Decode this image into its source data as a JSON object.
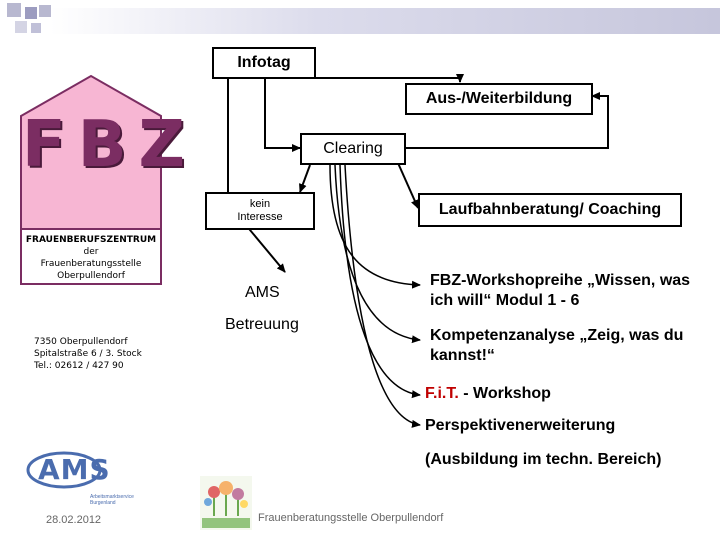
{
  "title_box": "Infotag",
  "boxes": {
    "aus": "Aus-/Weiterbildung",
    "clearing": "Clearing",
    "laufbahn": "Laufbahnberatung/ Coaching",
    "kein": "kein Interesse"
  },
  "labels": {
    "ams": "AMS",
    "betreuung": "Betreuung",
    "workshopreihe": "FBZ-Workshopreihe „Wissen, was ich will“ Modul 1 - 6",
    "kompetenz": "Kompetenzanalyse „Zeig, was du kannst!“",
    "fit_red": "F.i.T.",
    "fit_rest": " - Workshop",
    "perspektive": "Perspektivenerweiterung",
    "ausbildung": "(Ausbildung im techn. Bereich)"
  },
  "logo": {
    "letters": "FBZ",
    "name": "FRAUENBERUFSZENTRUM",
    "der": "der",
    "stelle": "Frauenberatungsstelle",
    "ort": "Oberpullendorf",
    "address1": "7350 Oberpullendorf",
    "address2": "Spitalstraße 6 / 3. Stock",
    "tel": "Tel.: 02612 / 427 90"
  },
  "ams_logo": {
    "text": "AMS",
    "sub1": "Arbeitsmarktservice",
    "sub2": "Burgenland"
  },
  "footer": {
    "date": "28.02.2012",
    "org": "Frauenberatungsstelle Oberpullendorf"
  },
  "colors": {
    "pink": "#f7b6d3",
    "letters": "#7b2d62",
    "red": "#c00000",
    "ams_blue": "#4a6cae"
  }
}
